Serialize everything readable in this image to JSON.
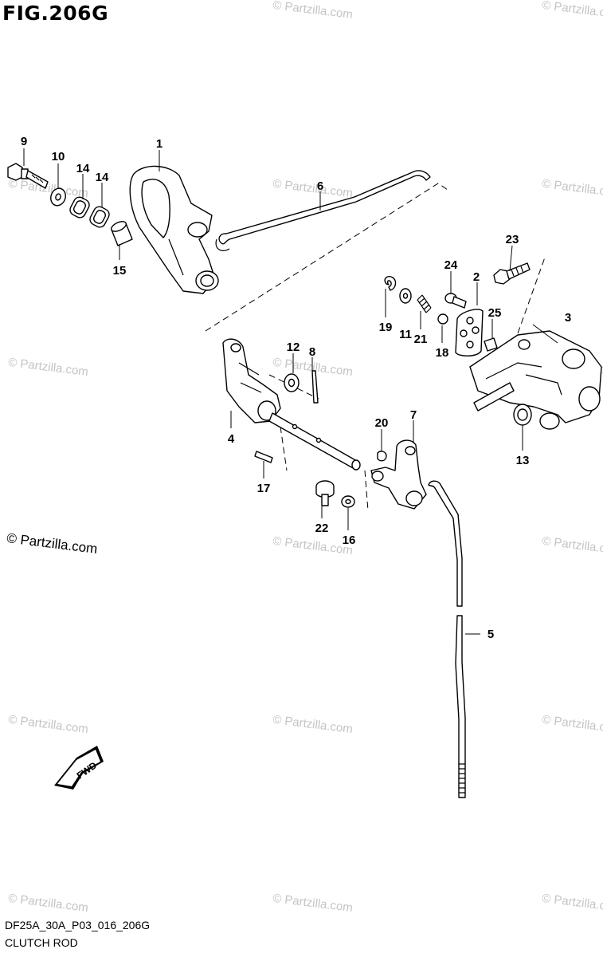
{
  "figure": {
    "title": "FIG.206G",
    "drawing_code": "DF25A_30A_P03_016_206G",
    "caption": "CLUTCH ROD",
    "watermark": "© Partzilla.com",
    "fwd_label": "FWD"
  },
  "callouts": [
    {
      "id": "1"
    },
    {
      "id": "2"
    },
    {
      "id": "3"
    },
    {
      "id": "4"
    },
    {
      "id": "5"
    },
    {
      "id": "6"
    },
    {
      "id": "7"
    },
    {
      "id": "8"
    },
    {
      "id": "9"
    },
    {
      "id": "10"
    },
    {
      "id": "11"
    },
    {
      "id": "12"
    },
    {
      "id": "13"
    },
    {
      "id": "14a",
      "label": "14"
    },
    {
      "id": "14b",
      "label": "14"
    },
    {
      "id": "15"
    },
    {
      "id": "16"
    },
    {
      "id": "17"
    },
    {
      "id": "18"
    },
    {
      "id": "19"
    },
    {
      "id": "20"
    },
    {
      "id": "21"
    },
    {
      "id": "22"
    },
    {
      "id": "23"
    },
    {
      "id": "24"
    },
    {
      "id": "25"
    }
  ]
}
